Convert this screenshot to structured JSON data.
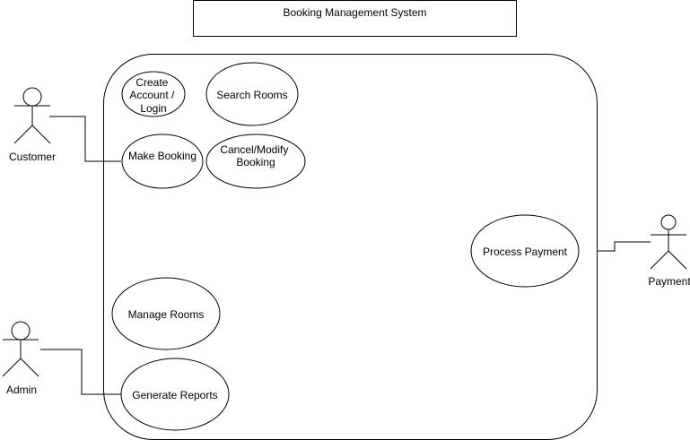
{
  "title": "Booking Management System",
  "colors": {
    "stroke": "#000000",
    "fill": "#ffffff",
    "text": "#000000"
  },
  "actors": {
    "customer": "Customer",
    "admin": "Admin",
    "payment": "Payment"
  },
  "use_cases": {
    "create_account": [
      "Create",
      "Account /",
      "Login"
    ],
    "search_rooms": [
      "Search Rooms"
    ],
    "make_booking": [
      "Make Booking"
    ],
    "cancel_modify": [
      "Cancel/Modify",
      "Booking"
    ],
    "manage_rooms": [
      "Manage Rooms"
    ],
    "generate_reports": [
      "Generate Reports"
    ],
    "process_payment": [
      "Process Payment"
    ]
  }
}
